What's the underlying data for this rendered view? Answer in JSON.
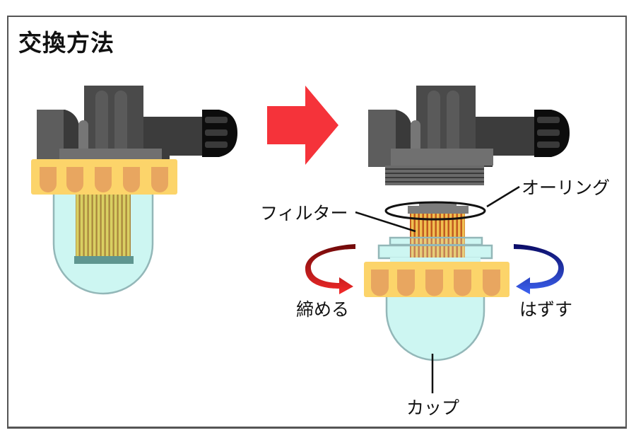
{
  "title": "交換方法",
  "labels": {
    "o_ring": "オーリング",
    "filter": "フィルター",
    "tighten": "締める",
    "remove": "はずす",
    "cup": "カップ"
  },
  "colors": {
    "arrow_main": "#f5333a",
    "tighten_arrow_start": "#7a0a0a",
    "tighten_arrow_end": "#f02a2a",
    "remove_arrow_start": "#0a0a6e",
    "remove_arrow_end": "#3b5ff0",
    "body_dark": "#3c3c3c",
    "body_mid": "#5a5a5a",
    "ring_yellow": "#fcd46a",
    "ring_notch": "#e8a660",
    "cup_fill": "#cdf6f2",
    "cup_edge": "#93b7b8",
    "filter_stripe": "#c8a640"
  }
}
